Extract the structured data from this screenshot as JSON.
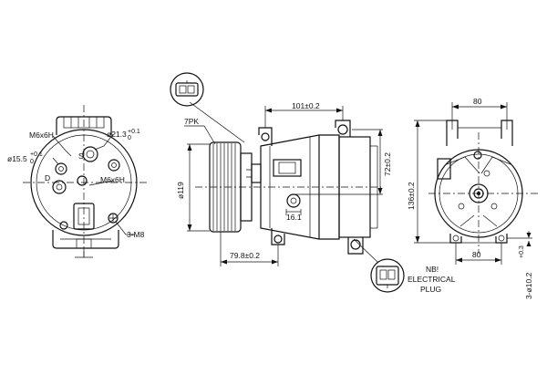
{
  "front_view": {
    "label_m6x6h_top": "M6x6H",
    "label_dia_21_3": "ø21.3",
    "label_dia_21_3_tol_upper": "+0.1",
    "label_dia_21_3_tol_lower": "0",
    "label_dia_15_5": "ø15.5",
    "label_dia_15_5_tol_upper": "+0.1",
    "label_dia_15_5_tol_lower": "0",
    "label_m6x6h_mid": "M6x6H",
    "label_s": "S",
    "label_d": "D",
    "label_3_m8": "3-M8"
  },
  "side_view": {
    "label_7pk": "7PK",
    "label_dia_119": "ø119",
    "label_101": "101±0.2",
    "label_72": "72±0.2",
    "label_16_1": "16.1",
    "label_79_8": "79.8±0.2"
  },
  "rear_view": {
    "label_80_top": "80",
    "label_80_bottom": "80",
    "label_136": "136±0.2",
    "label_3_dia_10": "3-ø10.2",
    "label_3_dia_10_tol": "+0.3"
  },
  "notes": {
    "note_nb": "NB!",
    "note_electrical": "ELECTRICAL",
    "note_plug": "PLUG"
  }
}
